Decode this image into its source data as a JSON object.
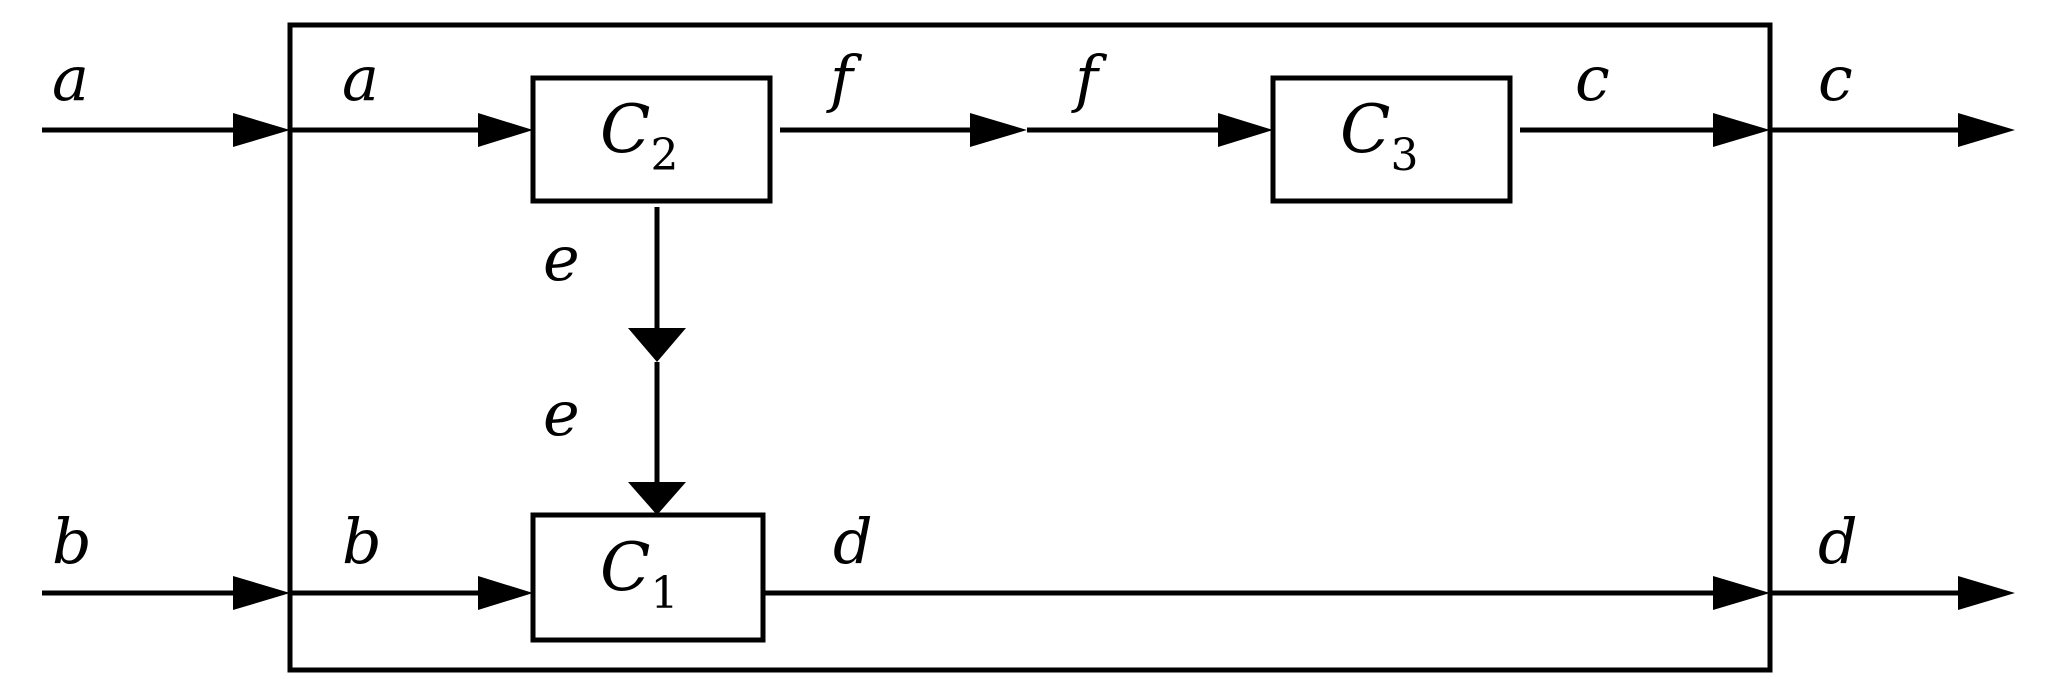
{
  "diagram": {
    "blocks": {
      "c2": {
        "name": "C",
        "sub": "2"
      },
      "c3": {
        "name": "C",
        "sub": "3"
      },
      "c1": {
        "name": "C",
        "sub": "1"
      }
    },
    "labels": {
      "a_outer": "a",
      "a_inner": "a",
      "f_left": "f",
      "f_right": "f",
      "c_inner": "c",
      "c_outer": "c",
      "e_upper": "e",
      "e_lower": "e",
      "b_outer": "b",
      "b_inner": "b",
      "d_inner": "d",
      "d_outer": "d"
    }
  }
}
